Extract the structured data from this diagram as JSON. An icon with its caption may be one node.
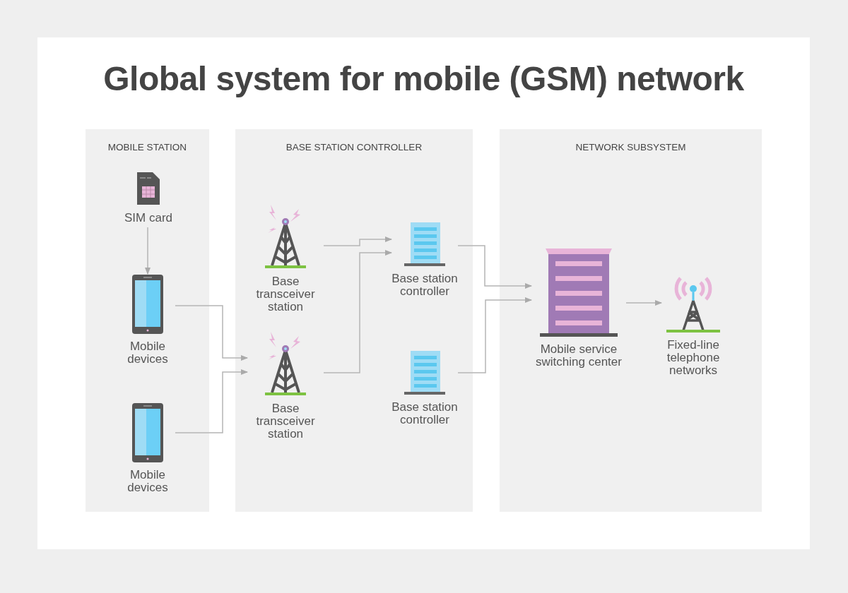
{
  "diagram": {
    "title": "Global system for mobile (GSM) network",
    "nodes": [
      {
        "text": [
          "MOBILE STATION"
        ]
      },
      {
        "text": [
          "BASE STATION CONTROLLER"
        ]
      },
      {
        "text": [
          "NETWORK SUBSYSTEM"
        ]
      },
      {
        "text": [
          "SIM card"
        ],
        "in": 0
      },
      {
        "text": [
          "Mobile devices"
        ],
        "in": 0
      },
      {
        "text": [
          "Mobile devices"
        ],
        "in": 0
      },
      {
        "text": [
          "Base transceiver station"
        ],
        "in": 1
      },
      {
        "text": [
          "Base transceiver station"
        ],
        "in": 1
      },
      {
        "text": [
          "Base station controller"
        ],
        "in": 1
      },
      {
        "text": [
          "Base station controller"
        ],
        "in": 1
      },
      {
        "text": [
          "Mobile service switching center"
        ],
        "in": 2
      },
      {
        "text": [
          "Fixed-line telephone networks"
        ],
        "in": 2
      }
    ],
    "edges": [
      {
        "from": 3,
        "to": 4,
        "arrow": "to"
      },
      {
        "from": 4,
        "to": 7,
        "arrow": "to"
      },
      {
        "from": 5,
        "to": 7,
        "arrow": "to"
      },
      {
        "from": 6,
        "to": 8,
        "arrow": "to"
      },
      {
        "from": 7,
        "to": 8,
        "arrow": "to"
      },
      {
        "from": 8,
        "to": 10,
        "arrow": "to"
      },
      {
        "from": 9,
        "to": 10,
        "arrow": "to"
      },
      {
        "from": 10,
        "to": 11,
        "arrow": "to"
      }
    ]
  }
}
